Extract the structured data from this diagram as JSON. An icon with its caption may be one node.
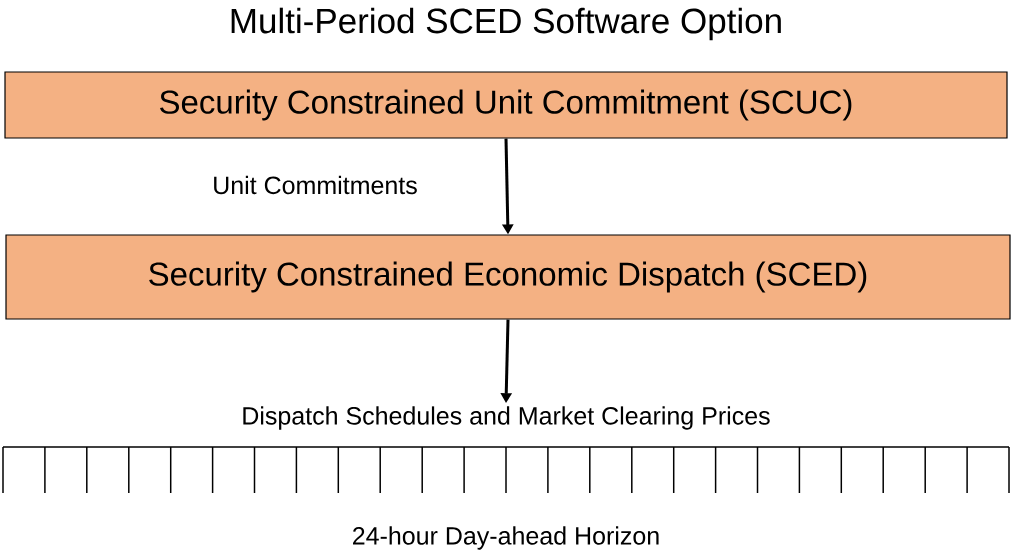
{
  "diagram": {
    "title": "Multi-Period SCED Software Option",
    "nodes": [
      {
        "text": [
          "Security Constrained Unit Commitment (SCUC)"
        ]
      },
      {
        "text": [
          "Security Constrained Economic Dispatch (SCED)"
        ]
      },
      {
        "text": [
          "Dispatch Schedules and Market Clearing Prices"
        ]
      }
    ],
    "edges": [
      {
        "from": 0,
        "to": 1,
        "arrow": "to",
        "label": "Unit Commitments"
      },
      {
        "from": 1,
        "to": 2,
        "arrow": "to"
      }
    ],
    "labels": [
      "24-hour Day-ahead Horizon"
    ]
  }
}
